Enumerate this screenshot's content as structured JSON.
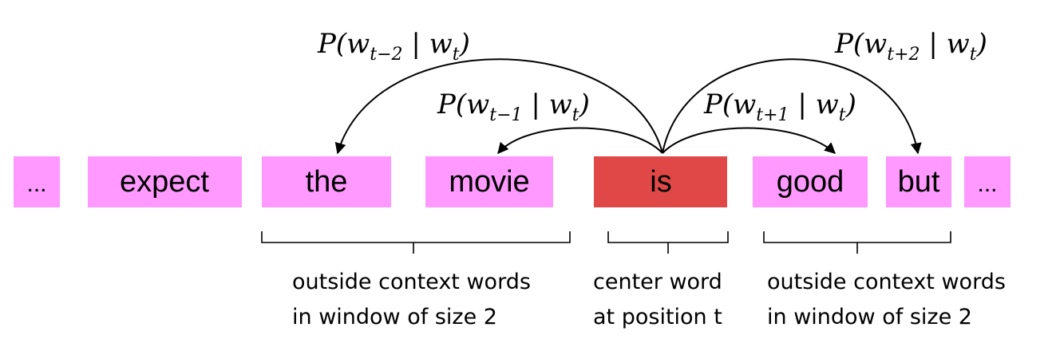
{
  "words": [
    {
      "text": "...",
      "color": "#ff99ff",
      "role": "context"
    },
    {
      "text": "expect",
      "color": "#ff99ff",
      "role": "context"
    },
    {
      "text": "the",
      "color": "#ff99ff",
      "role": "context"
    },
    {
      "text": "movie",
      "color": "#ff99ff",
      "role": "context"
    },
    {
      "text": "is",
      "color": "#e04848",
      "role": "center"
    },
    {
      "text": "good",
      "color": "#ff99ff",
      "role": "context"
    },
    {
      "text": "but",
      "color": "#ff99ff",
      "role": "context"
    },
    {
      "text": "...",
      "color": "#ff99ff",
      "role": "context"
    }
  ],
  "probabilities": [
    {
      "id": "tm2",
      "main": "P(w",
      "sub": "t−2",
      "rest": " | w",
      "sub2": "t",
      "close": ")"
    },
    {
      "id": "tm1",
      "main": "P(w",
      "sub": "t−1",
      "rest": " | w",
      "sub2": "t",
      "close": ")"
    },
    {
      "id": "tp1",
      "main": "P(w",
      "sub": "t+1",
      "rest": " | w",
      "sub2": "t",
      "close": ")"
    },
    {
      "id": "tp2",
      "main": "P(w",
      "sub": "t+2",
      "rest": " | w",
      "sub2": "t",
      "close": ")"
    }
  ],
  "braces": [
    {
      "line1": "outside context words",
      "line2": "in window of size 2"
    },
    {
      "line1": "center word",
      "line2": "at position t"
    },
    {
      "line1": "outside context words",
      "line2": "in window of size 2"
    }
  ]
}
